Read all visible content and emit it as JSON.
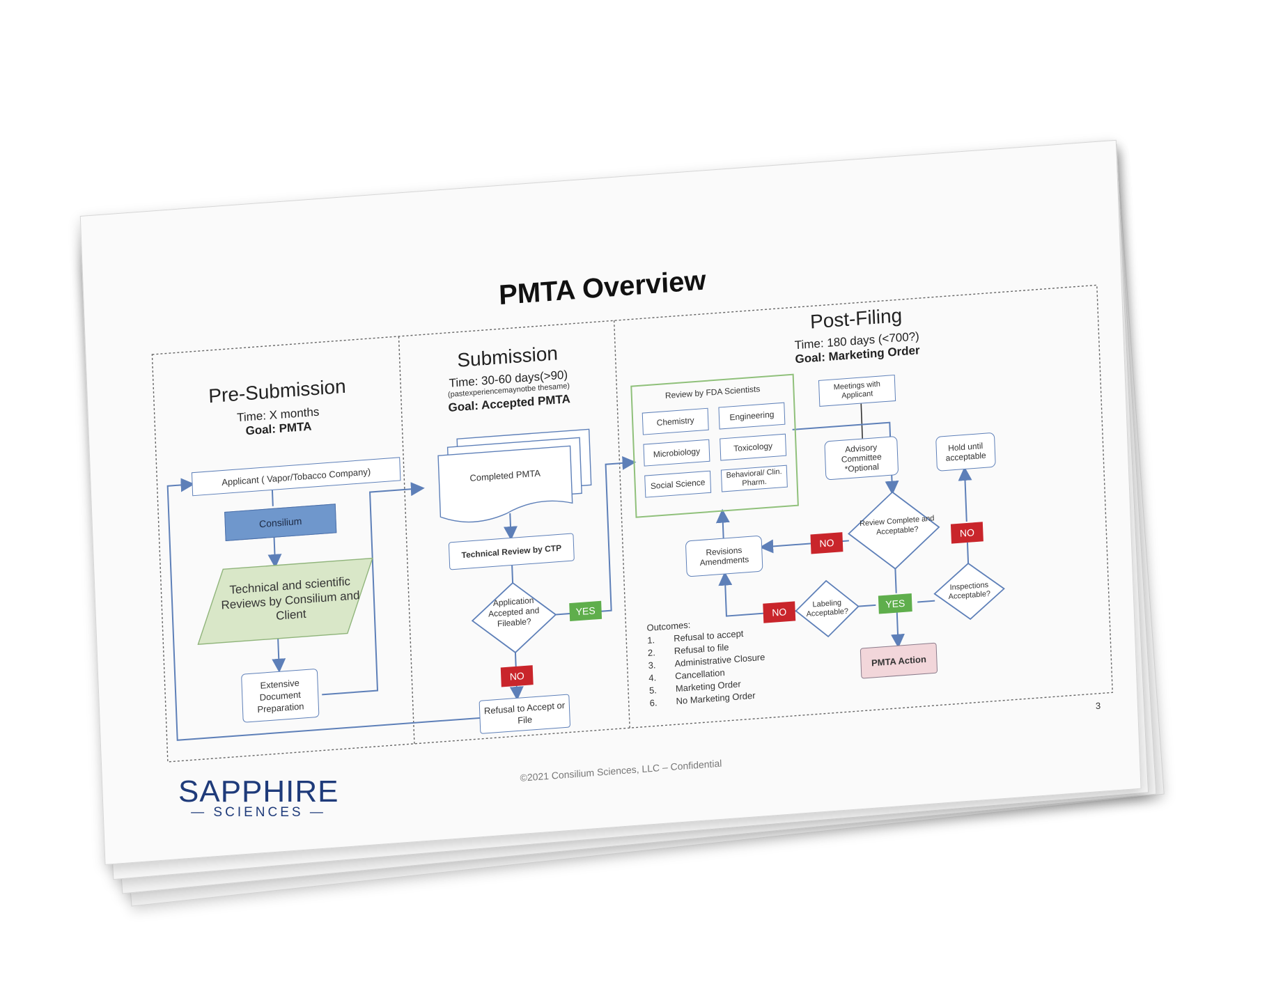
{
  "slide": {
    "title": "PMTA Overview",
    "page_number": "3",
    "footer": "©2021 Consilium Sciences, LLC – Confidential"
  },
  "pre_submission": {
    "heading": "Pre-Submission",
    "time": "Time: X months",
    "goal_label": "Goal: PMTA",
    "applicant": "Applicant ( Vapor/Tobacco Company)",
    "consilium": "Consilium",
    "reviews": "Technical and scientific Reviews by Consilium and Client",
    "doc_prep": "Extensive Document Preparation"
  },
  "submission": {
    "heading": "Submission",
    "time": "Time: 30-60 days(>90)",
    "note": "(pastexperiencemaynotbe thesame)",
    "goal_label": "Goal: Accepted PMTA",
    "completed": "Completed PMTA",
    "tech_review": "Technical Review  by CTP",
    "decision": "Application Accepted and Fileable?",
    "yes": "YES",
    "no": "NO",
    "refusal": "Refusal to Accept or File"
  },
  "post_filing": {
    "heading": "Post-Filing",
    "time": "Time: 180 days (<700?)",
    "goal_label": "Goal: Marketing Order",
    "review_title": "Review by FDA Scientists",
    "disciplines": [
      "Chemistry",
      "Engineering",
      "Microbiology",
      "Toxicology",
      "Social Science",
      "Behavioral/ Clin. Pharm."
    ],
    "meetings": "Meetings with Applicant",
    "advisory": "Advisory Committee *Optional",
    "hold": "Hold until acceptable",
    "review_complete": "Review Complete and Acceptable?",
    "revisions": "Revisions Amendments",
    "labeling": "Labeling Acceptable?",
    "inspections": "Inspections Acceptable?",
    "no": "NO",
    "yes": "YES",
    "action": "PMTA Action",
    "outcomes_title": "Outcomes:",
    "outcomes": [
      {
        "n": "1.",
        "t": "Refusal to accept"
      },
      {
        "n": "2.",
        "t": "Refusal to file"
      },
      {
        "n": "3.",
        "t": "Administrative Closure"
      },
      {
        "n": "4.",
        "t": "Cancellation"
      },
      {
        "n": "5.",
        "t": "Marketing Order"
      },
      {
        "n": "6.",
        "t": "No Marketing Order"
      }
    ]
  },
  "logo": {
    "name": "SAPPHIRE",
    "sub": "SCIENCES"
  },
  "colors": {
    "connector": "#5d7fb8",
    "no_badge": "#c9252b",
    "yes_badge": "#5fae4c",
    "consilium_box": "#6f97cc",
    "action_box": "#f2d6da",
    "logo": "#1f3b7a"
  }
}
